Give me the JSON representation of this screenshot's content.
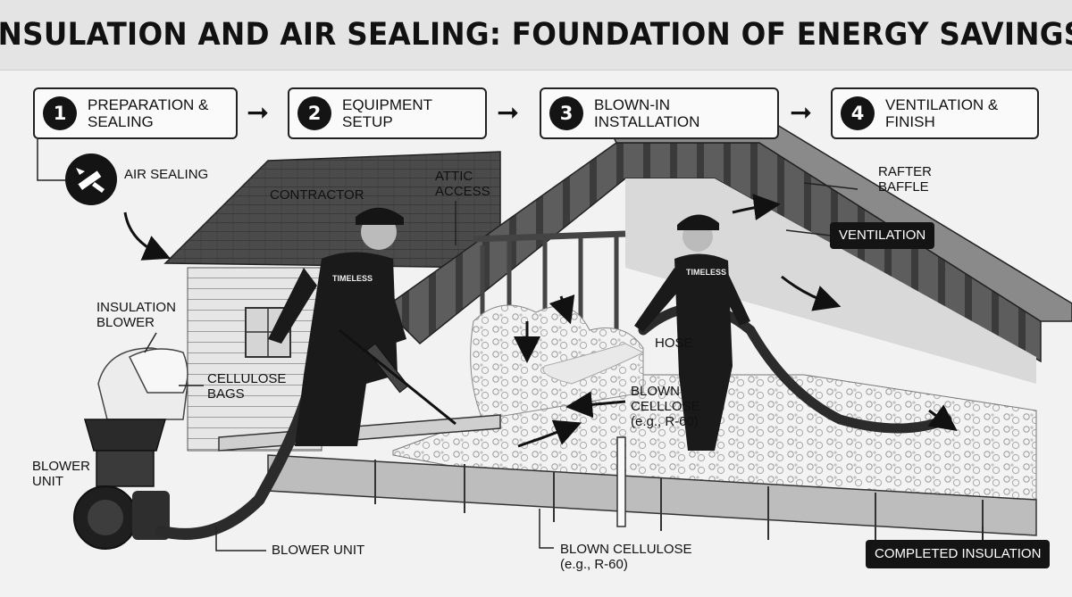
{
  "title": "INSULATION AND AIR SEALING: FOUNDATION OF ENERGY SAVINGS",
  "steps": [
    {
      "number": "1",
      "label": "PREPARATION &\nSEALING"
    },
    {
      "number": "2",
      "label": "EQUIPMENT\nSETUP"
    },
    {
      "number": "3",
      "label": "BLOWN-IN INSTALLATION"
    },
    {
      "number": "4",
      "label": "VENTILATION &\nFINISH"
    }
  ],
  "step_arrow": "➞",
  "labels": {
    "air_sealing": "AIR SEALING",
    "contractor": "CONTRACTOR",
    "attic_access": "ATTIC\nACCESS",
    "rafter_baffle": "RAFTER\nBAFFLE",
    "ventilation": "VENTILATION",
    "insulation_blower": "INSULATION\nBLOWER",
    "cellulose_bags": "CELLULOSE\nBAGS",
    "blower_unit_left": "BLOWER\nUNIT",
    "hose": "HOSE",
    "blown_celllose": "BLOWN\nCELLLOSE\n(e.g., R-60)",
    "blower_unit_bottom": "BLOWER UNIT",
    "blown_cellulose_bottom": "BLOWN CELLULOSE\n(e.g., R-60)",
    "completed_insulation": "COMPLETED INSULATION"
  },
  "uniform_text": "TIMELESS",
  "icons": {
    "air_sealing": "caulk-gun-icon",
    "step_badge": "numbered-circle"
  },
  "colors": {
    "ink": "#111111",
    "badge": "#141414",
    "paper": "#f2f2f2",
    "roof": "#4a4a4a",
    "insulation": "#f4f4f4"
  }
}
